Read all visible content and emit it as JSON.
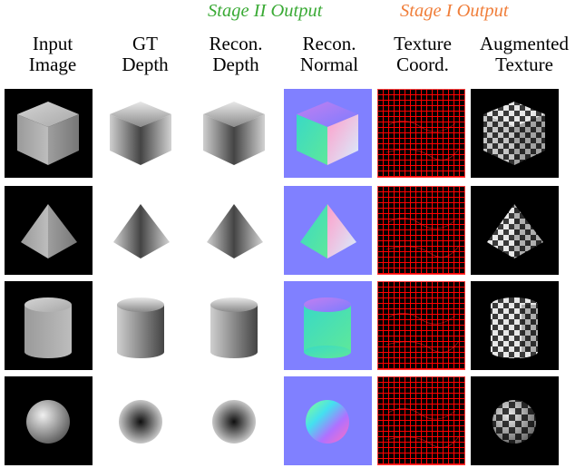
{
  "stage_labels": {
    "stage2": "Stage II Output",
    "stage1": "Stage I Output"
  },
  "columns": [
    {
      "line1": "Input",
      "line2": "Image"
    },
    {
      "line1": "GT",
      "line2": "Depth"
    },
    {
      "line1": "Recon.",
      "line2": "Depth"
    },
    {
      "line1": "Recon.",
      "line2": "Normal"
    },
    {
      "line1": "Texture",
      "line2": "Coord."
    },
    {
      "line1": "Augmented",
      "line2": "Texture"
    }
  ],
  "rows": [
    "cube",
    "pyramid",
    "cylinder",
    "sphere"
  ],
  "colors": {
    "stage2": "#3aaa35",
    "stage1": "#f07e3a",
    "normal_background": "#8080ff",
    "texture_coord_background": "#000000",
    "texture_coord_grid": "#ff0000"
  }
}
